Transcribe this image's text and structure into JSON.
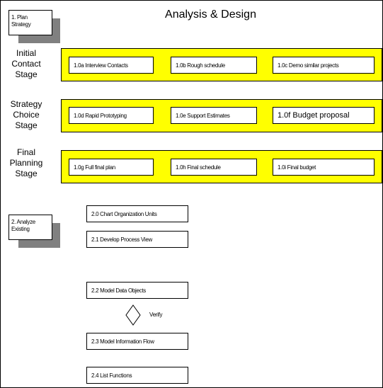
{
  "title": "Analysis & Design",
  "section1": {
    "label_line1": "1. Plan",
    "label_line2": "Strategy"
  },
  "section2": {
    "label_line1": "2. Analyze",
    "label_line2": "Existing"
  },
  "stages": [
    {
      "name_lines": [
        "Initial",
        "Contact",
        "Stage"
      ],
      "color": "#FFFF00",
      "tasks": [
        "1.0a Interview Contacts",
        "1.0b Rough schedule",
        "1.0c Demo similar projects"
      ]
    },
    {
      "name_lines": [
        "Strategy",
        "Choice",
        "Stage"
      ],
      "color": "#FFFF00",
      "tasks": [
        "1.0d Rapid Prototyping",
        "1.0e Support Estimates",
        "1.0f Budget proposal"
      ]
    },
    {
      "name_lines": [
        "Final",
        "Planning",
        "Stage"
      ],
      "color": "#FFFF00",
      "tasks": [
        "1.0g Full final plan",
        "1.0h Final schedule",
        "1.0i Final budget"
      ]
    }
  ],
  "analysis_steps": [
    "2.0 Chart Organization Units",
    "2.1 Develop Process View",
    "2.2 Model Data Objects",
    "2.3 Model Information Flow",
    "2.4 List Functions"
  ],
  "decision": {
    "label": "Verify"
  }
}
